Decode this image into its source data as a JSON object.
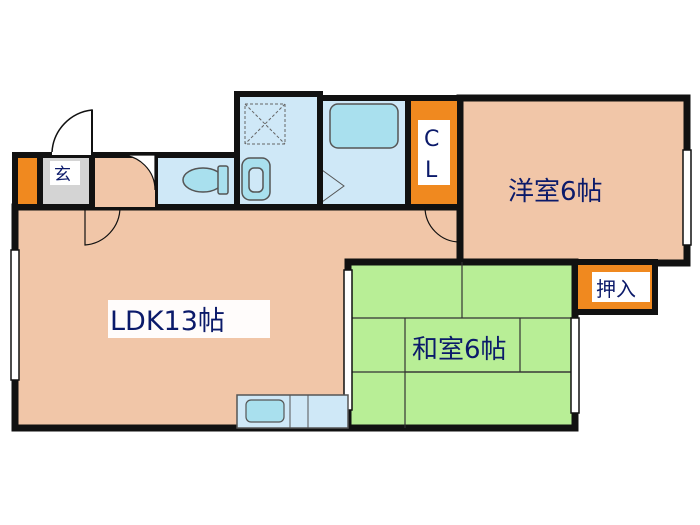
{
  "rooms": {
    "ldk": "LDK13帖",
    "western": "洋室6帖",
    "japanese": "和室6帖",
    "entrance": "玄",
    "closet_top": "C",
    "closet_bottom": "L",
    "oshiire": "押入"
  },
  "colors": {
    "ldk": "#f1c6a8",
    "western": "#f1c6a8",
    "japanese": "#b8ee96",
    "wet": "#cfe8f7",
    "storage": "#f0891f",
    "entrance": "#d4d4d4",
    "wall": "#111111"
  }
}
